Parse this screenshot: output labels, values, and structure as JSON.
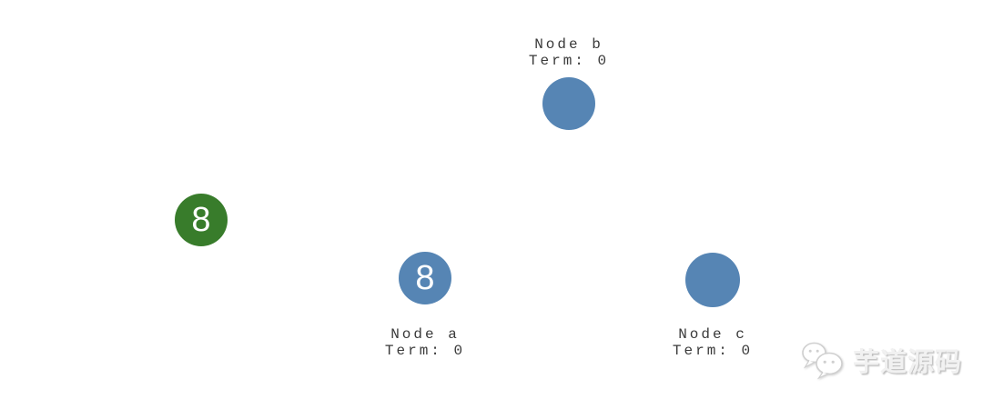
{
  "nodes": {
    "b": {
      "name": "Node b",
      "term": "Term: 0"
    },
    "a": {
      "name": "Node a",
      "term": "Term: 0",
      "value": "8"
    },
    "c": {
      "name": "Node c",
      "term": "Term: 0"
    }
  },
  "client_request": {
    "value": "8"
  },
  "colors": {
    "node_blue": "#5685b4",
    "request_green": "#387c2b",
    "value_text": "#ffffff",
    "label_text": "#3a3a3a"
  },
  "watermark": {
    "text": "芋道源码",
    "icon": "wechat-logo"
  }
}
